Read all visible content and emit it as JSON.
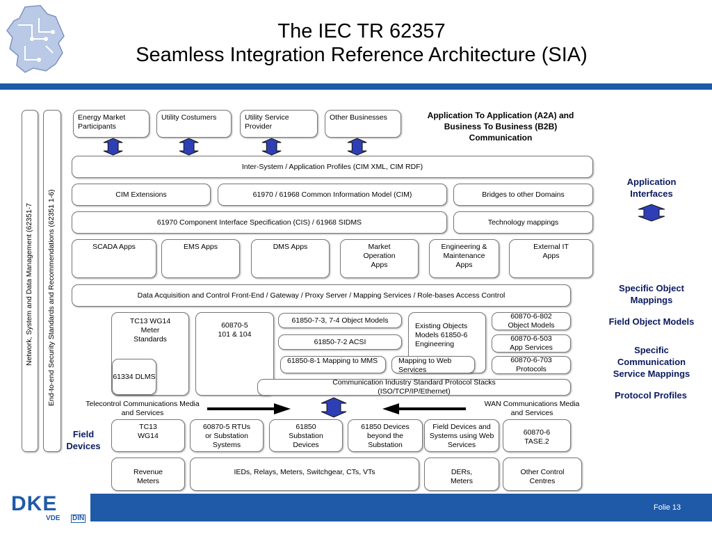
{
  "title": {
    "line1": "The IEC TR 62357",
    "line2": "Seamless Integration Reference Architecture (SIA)"
  },
  "colors": {
    "accent": "#1f5aa8",
    "arrow_fill": "#2e3fb5",
    "label_blue": "#0a1a60"
  },
  "vertical": {
    "left1": "Network, System and Data Management (62351-7",
    "left2": "End-to-end Security Standards and Recommendations (62351 1-6)"
  },
  "top_row": {
    "b1": "Energy Market Participants",
    "b2": "Utility Costumers",
    "b3": "Utility Service Provider",
    "b4": "Other Businesses"
  },
  "a2a": "Application To Application (A2A) and Business To Business (B2B) Communication",
  "inter_system": "Inter-System / Application Profiles (CIM XML, CIM RDF)",
  "cim_ext": "CIM Extensions",
  "cim": "61970 / 61968 Common Information Model (CIM)",
  "bridges": "Bridges to other Domains",
  "cis": "61970 Component Interface Specification (CIS) / 61968 SIDMS",
  "tech_map": "Technology mappings",
  "apps": {
    "scada": "SCADA Apps",
    "ems": "EMS Apps",
    "dms": "DMS Apps",
    "market": "Market Operation Apps",
    "eng": "Engineering & Maintenance Apps",
    "extit": "External IT Apps"
  },
  "daq": "Data Acquisition and Control Front-End / Gateway / Proxy Server / Mapping Services / Role-bases Access Control",
  "right_labels": {
    "app_if": "Application Interfaces",
    "specific_obj": "Specific Object Mappings",
    "field_obj": "Field Object Models",
    "spec_comm": "Specific Communication Service Mappings",
    "protocol": "Protocol Profiles"
  },
  "middle": {
    "tc13_meter": "TC13 WG14 Meter Standards",
    "b60870_5": "60870-5 101 & 104",
    "b61334": "61334 DLMS",
    "b61850_73": "61850-7-3, 7-4 Object Models",
    "b61850_72": "61850-7-2 ACSI",
    "b61850_81": "61850-8-1 Mapping to MMS",
    "existing": "Existing Objects Models 61850-6 Engineering",
    "mapping_web": "Mapping to Web Services",
    "b60870_802": "60870-6-802 Object Models",
    "b60870_503": "60870-6-503 App Services",
    "b60870_703": "60870-6-703 Protocols",
    "comm_stack": "Communication Industry Standard Protocol Stacks (ISO/TCP/IP/Ethernet)"
  },
  "telecontrol": "Telecontrol Communications Media and Services",
  "wan": "WAN Communications Media and Services",
  "field_devices": "Field Devices",
  "devices": {
    "d1": "TC13 WG14",
    "d2": "60870-5 RTUs or Substation Systems",
    "d3": "61850 Substation Devices",
    "d4": "61850 Devices beyond the Substation",
    "d5": "Field Devices and Systems using Web Services",
    "d6": "60870-6 TASE.2"
  },
  "bottom": {
    "revenue": "Revenue Meters",
    "ieds": "IEDs, Relays, Meters, Switchgear, CTs, VTs",
    "ders": "DERs, Meters",
    "other": "Other Control Centres"
  },
  "footer": {
    "logo_main": "DKE",
    "logo_sub1": "VDE",
    "logo_sub2": "DIN",
    "folie": "Folie 13"
  }
}
